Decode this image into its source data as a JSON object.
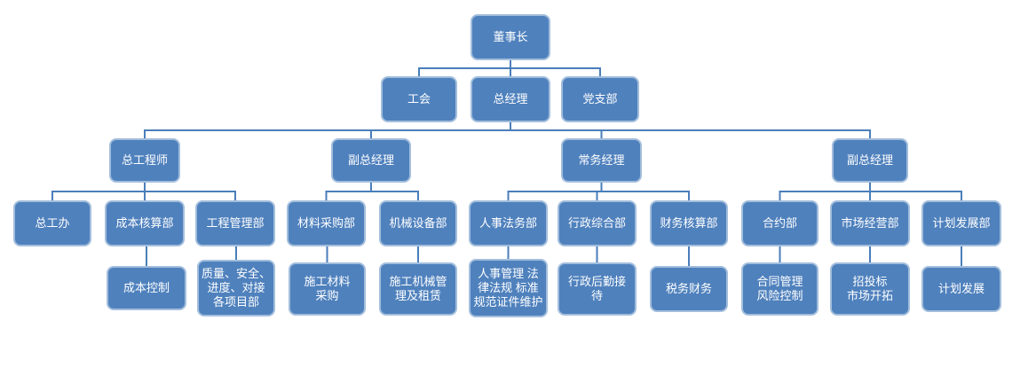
{
  "colors": {
    "node_fill": "#4f81bd",
    "node_border": "#a3bedc",
    "connector": "#4a7ebb",
    "node_text": "#ffffff",
    "page_background": "#ffffff"
  },
  "org_chart": {
    "type": "org-tree-diagram",
    "root": {
      "id": "chairman",
      "label": "董事长",
      "children": [
        {
          "id": "labor-union",
          "label": "工会"
        },
        {
          "id": "general-manager",
          "label": "总经理",
          "children": [
            {
              "id": "chief-engineer",
              "label": "总工程师",
              "children": [
                {
                  "id": "chief-engineer-office",
                  "label": "总工办"
                },
                {
                  "id": "cost-accounting-dept",
                  "label": "成本核算部",
                  "children": [
                    {
                      "id": "cost-control",
                      "label": "成本控制"
                    }
                  ]
                },
                {
                  "id": "engineering-mgmt-dept",
                  "label": "工程管理部",
                  "children": [
                    {
                      "id": "quality-safety-projects",
                      "label": "质量、安全、\n进度、对接\n各项目部"
                    }
                  ]
                }
              ]
            },
            {
              "id": "deputy-gm-left",
              "label": "副总经理",
              "children": [
                {
                  "id": "material-procurement-dept",
                  "label": "材料采购部",
                  "children": [
                    {
                      "id": "construction-material-procurement",
                      "label": "施工材料\n采购"
                    }
                  ]
                },
                {
                  "id": "machinery-equipment-dept",
                  "label": "机械设备部",
                  "children": [
                    {
                      "id": "construction-machinery-mgmt-lease",
                      "label": "施工机械管\n理及租赁"
                    }
                  ]
                }
              ]
            },
            {
              "id": "executive-manager",
              "label": "常务经理",
              "children": [
                {
                  "id": "hr-legal-dept",
                  "label": "人事法务部",
                  "children": [
                    {
                      "id": "hr-legal-functions",
                      "label": "人事管理 法\n律法规 标准\n规范证件维护"
                    }
                  ]
                },
                {
                  "id": "admin-general-dept",
                  "label": "行政综合部",
                  "children": [
                    {
                      "id": "admin-logistics-reception",
                      "label": "行政后勤接\n待"
                    }
                  ]
                },
                {
                  "id": "finance-accounting-dept",
                  "label": "财务核算部",
                  "children": [
                    {
                      "id": "tax-finance",
                      "label": "税务财务"
                    }
                  ]
                }
              ]
            },
            {
              "id": "deputy-gm-right",
              "label": "副总经理",
              "children": [
                {
                  "id": "contract-dept",
                  "label": "合约部",
                  "children": [
                    {
                      "id": "contract-mgmt-risk-control",
                      "label": "合同管理\n风险控制"
                    }
                  ]
                },
                {
                  "id": "market-operation-dept",
                  "label": "市场经营部",
                  "children": [
                    {
                      "id": "bidding-market-expansion",
                      "label": "招投标\n市场开拓"
                    }
                  ]
                },
                {
                  "id": "planning-development-dept",
                  "label": "计划发展部",
                  "children": [
                    {
                      "id": "planning-development",
                      "label": "计划发展"
                    }
                  ]
                }
              ]
            }
          ]
        },
        {
          "id": "party-branch",
          "label": "党支部"
        }
      ]
    }
  }
}
